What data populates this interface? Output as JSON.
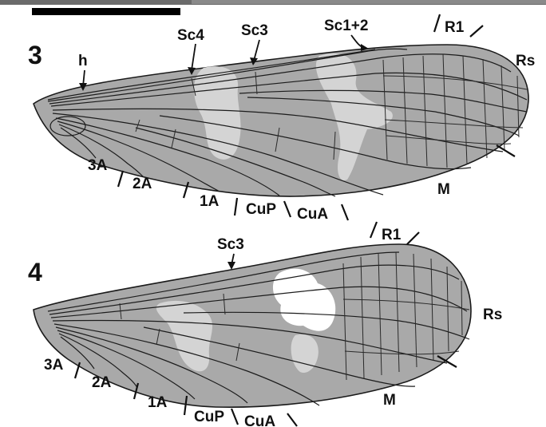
{
  "figure_3": {
    "number": "3",
    "labels": {
      "h": "h",
      "sc4": "Sc4",
      "sc3": "Sc3",
      "sc12": "Sc1+2",
      "r1": "R1",
      "rs": "Rs",
      "m": "M",
      "a3": "3A",
      "a2": "2A",
      "a1": "1A",
      "cup": "CuP",
      "cua": "CuA"
    }
  },
  "figure_4": {
    "number": "4",
    "labels": {
      "sc3": "Sc3",
      "r1": "R1",
      "rs": "Rs",
      "m": "M",
      "a3": "3A",
      "a2": "2A",
      "a1": "1A",
      "cup": "CuP",
      "cua": "CuA"
    }
  },
  "colors": {
    "wing": "#a9a9a9",
    "patch": "#d4d4d4",
    "vein": "#1c1c1c",
    "scale_bar": "#000000"
  }
}
